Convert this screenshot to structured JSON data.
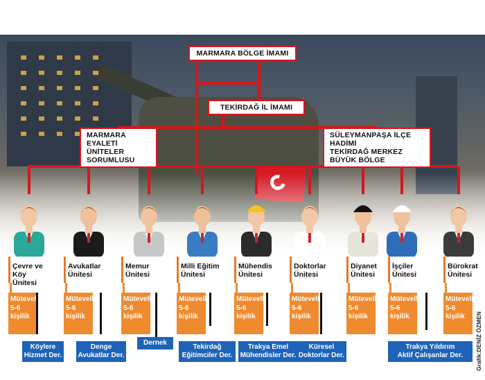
{
  "header": {
    "top": "MARMARA BÖLGE İMAMI",
    "second": "TEKİRDAĞ İL İMAMI",
    "left_line1": "MARMARA EYALETİ",
    "left_line2": "ÜNİTELER SORUMLUSU",
    "right_line1": "SÜLEYMANPAŞA İLÇE HADİMİ",
    "right_line2": "TEKİRDAĞ MERKEZ BÜYÜK BÖLGE"
  },
  "units": [
    {
      "line1": "Çevre ve Köy",
      "line2": "Ünitesi",
      "icon": "farmer-icon",
      "mut1": "Mütevelli",
      "mut2": "5-6",
      "mut3": "kişilik",
      "assoc1": "Köylere",
      "assoc2": "Hizmet Der."
    },
    {
      "line1": "Avukatlar",
      "line2": "Ünitesi",
      "icon": "lawyer-icon",
      "mut1": "Mütevelli",
      "mut2": "5-6",
      "mut3": "kişilik",
      "assoc1": "Denge",
      "assoc2": "Avukatlar Der."
    },
    {
      "line1": "Memur",
      "line2": "Ünitesi",
      "icon": "civil-servant-icon",
      "mut1": "Mütevelli",
      "mut2": "5-6",
      "mut3": "kişilik",
      "assoc1": "Dernek",
      "assoc2": ""
    },
    {
      "line1": "Milli Eğitim",
      "line2": "Ünitesi",
      "icon": "teacher-icon",
      "mut1": "Mütevelli",
      "mut2": "5-6",
      "mut3": "kişilik",
      "assoc1": "Tekirdağ",
      "assoc2": "Eğitimciler Der."
    },
    {
      "line1": "Mühendis",
      "line2": "Ünitesi",
      "icon": "engineer-icon",
      "mut1": "Mütevelli",
      "mut2": "5-6",
      "mut3": "kişilik",
      "assoc1": "Trakya Emel",
      "assoc2": "Mühendisler Der."
    },
    {
      "line1": "Doktorlar",
      "line2": "Ünitesi",
      "icon": "doctor-icon",
      "mut1": "Mütevelli",
      "mut2": "5-6",
      "mut3": "kişilik",
      "assoc1": "Küresel",
      "assoc2": "Doktorlar Der."
    },
    {
      "line1": "Diyanet",
      "line2": "Ünitesi",
      "icon": "imam-icon",
      "mut1": "Mütevelli",
      "mut2": "5-6",
      "mut3": "kişilik",
      "assoc1": "",
      "assoc2": ""
    },
    {
      "line1": "İşçiler",
      "line2": "Ünitesi",
      "icon": "worker-icon",
      "mut1": "Mütevelli",
      "mut2": "5-6",
      "mut3": "kişilik",
      "assoc1": "Trakya Yıldırım",
      "assoc2": "Aktif Çalışanlar Der."
    },
    {
      "line1": "Bürokrat",
      "line2": "Ünitesi",
      "icon": "bureaucrat-icon",
      "mut1": "Mütevelli",
      "mut2": "5-6",
      "mut3": "kişilik",
      "assoc1": "",
      "assoc2": ""
    }
  ],
  "credit": "Grafik:DENİZ ÖZMEN",
  "colors": {
    "line": "#d8151d",
    "unit_box": "#f08a2e",
    "assoc_box": "#1d63b8"
  }
}
